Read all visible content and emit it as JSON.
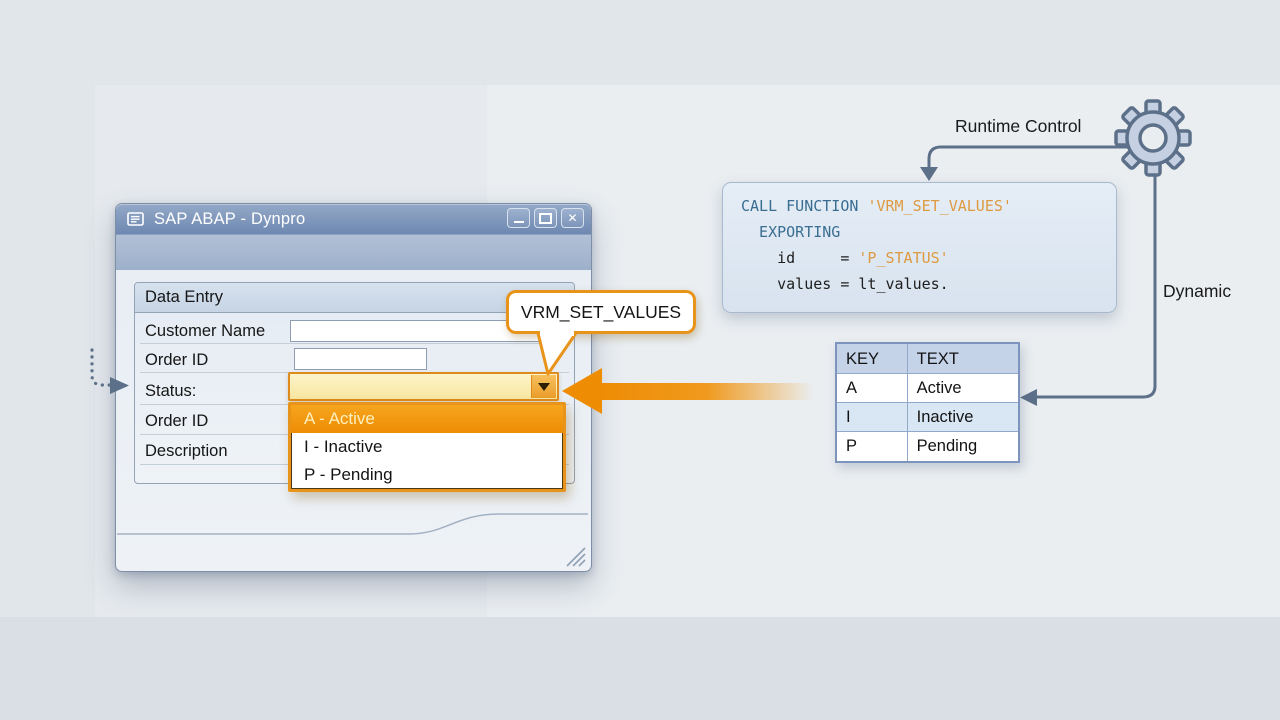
{
  "palette": {
    "accent_orange": "#E8941A",
    "dropdown_highlight_orange": "#F29A12",
    "big_arrow_orange": "#EE8C04",
    "combo_fill_yellow": "#FBEDB0",
    "titlebar_blue": "#7089B1",
    "code_keyword_blue": "#3A6E91",
    "code_string_orange": "#DE9A40",
    "connector_gray": "#5D7089",
    "table_header_blue": "#C5D3E8",
    "table_tint_blue": "#D9E6F4"
  },
  "window": {
    "title": "SAP ABAP - Dynpro",
    "icon": "form-window-icon",
    "controls": {
      "minimize_icon": "minimize-icon",
      "maximize_icon": "maximize-icon",
      "close_icon": "close-icon",
      "close_glyph": "✕"
    }
  },
  "form": {
    "group_title": "Data Entry",
    "fields": [
      {
        "label": "Customer Name",
        "value": "",
        "type": "text"
      },
      {
        "label": "Order ID",
        "value": "",
        "type": "text"
      },
      {
        "label": "Status:",
        "type": "dropdown"
      },
      {
        "label": "Order ID",
        "type": "text"
      },
      {
        "label": "Description",
        "type": "text"
      }
    ]
  },
  "dropdown": {
    "value": "",
    "selected_index": 0,
    "options": [
      "A - Active",
      "I - Inactive",
      "P - Pending"
    ]
  },
  "callout": {
    "label": "VRM_SET_VALUES"
  },
  "code": {
    "lines": [
      [
        {
          "text": "CALL FUNCTION ",
          "style": "keyword"
        },
        {
          "text": "'VRM_SET_VALUES'",
          "style": "string"
        }
      ],
      [
        {
          "text": "  EXPORTING",
          "style": "keyword"
        }
      ],
      [
        {
          "text": "    id     = ",
          "style": "plain"
        },
        {
          "text": "'P_STATUS'",
          "style": "string"
        }
      ],
      [
        {
          "text": "    values = lt_values.",
          "style": "plain"
        }
      ]
    ]
  },
  "annotations": {
    "runtime_control": "Runtime Control",
    "dynamic": "Dynamic",
    "gear_icon": "gear-icon"
  },
  "value_table": {
    "headers": [
      "KEY",
      "TEXT"
    ],
    "rows": [
      {
        "key": "A",
        "text": "Active"
      },
      {
        "key": "I",
        "text": "Inactive"
      },
      {
        "key": "P",
        "text": "Pending"
      }
    ],
    "striped": true
  }
}
